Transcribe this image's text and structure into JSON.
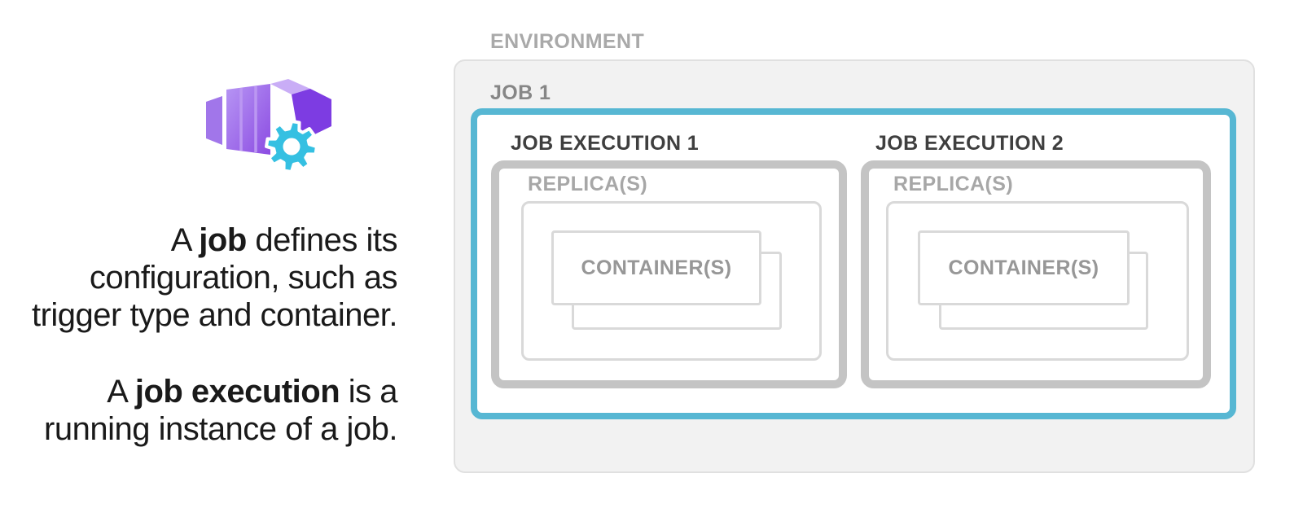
{
  "description": {
    "p1_l1a": "A ",
    "p1_l1b": "job",
    "p1_l1c": " defines its",
    "p1_l2": "configuration, such as",
    "p1_l3": "trigger type and container.",
    "p2_l1a": "A ",
    "p2_l1b": "job execution",
    "p2_l1c": " is a",
    "p2_l2": "running instance of a job."
  },
  "icon": {
    "name": "container-apps-job-icon",
    "purple_main": "#9a63e8",
    "purple_light": "#c9adf6",
    "purple_dark": "#7d3ce2",
    "gear_teal": "#35c0e2"
  },
  "diagram": {
    "environment_label": "ENVIRONMENT",
    "job_label": "JOB 1",
    "executions": [
      {
        "label": "JOB EXECUTION 1",
        "replica_label": "REPLICA(S)",
        "container_label": "CONTAINER(S)"
      },
      {
        "label": "JOB EXECUTION 2",
        "replica_label": "REPLICA(S)",
        "container_label": "CONTAINER(S)"
      }
    ],
    "colors": {
      "accent_teal": "#57b7d3",
      "replica_border": "#c4c4c4",
      "light_border": "#d9d9d9",
      "env_fill": "#f2f2f2",
      "env_border": "#e0e0e0",
      "env_label": "#a9a9a9",
      "job_label": "#868686",
      "exec_label": "#3f3f3f",
      "replica_label": "#a7a7a7",
      "container_label": "#979797"
    }
  }
}
